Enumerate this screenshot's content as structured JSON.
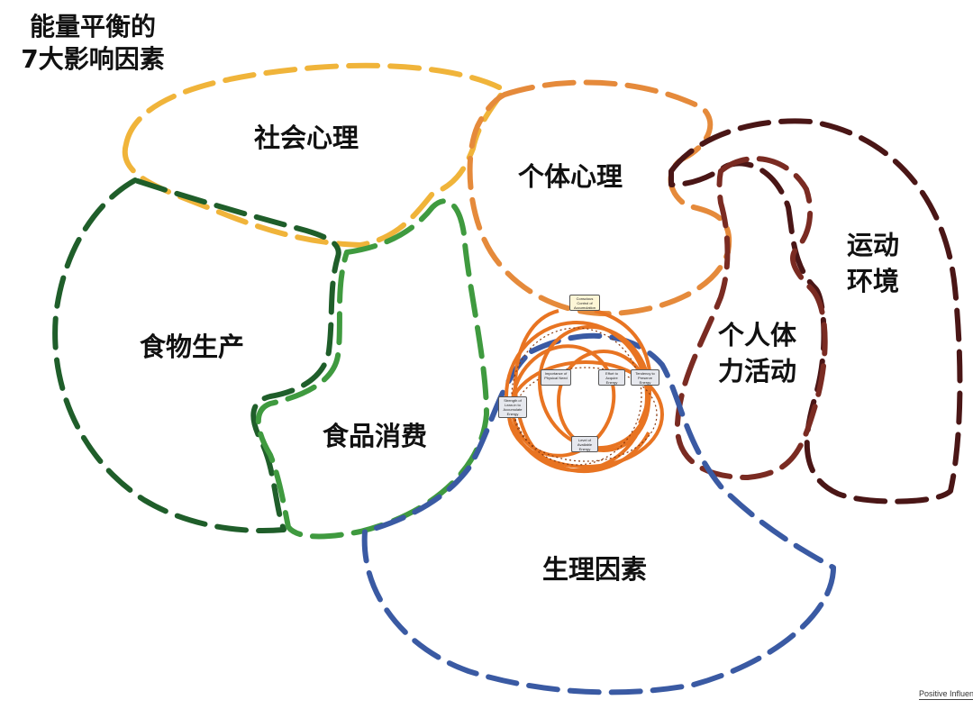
{
  "title": {
    "line1": "能量平衡的",
    "line2": "7大影响因素"
  },
  "regions": {
    "social_psychology": "社会心理",
    "individual_psychology": "个体心理",
    "food_production": "食物生产",
    "food_consumption": "食品消费",
    "activity_env_line1": "运动",
    "activity_env_line2": "环境",
    "personal_activity_line1": "个人体",
    "personal_activity_line2": "力活动",
    "physiology": "生理因素"
  },
  "core_loop_nodes": {
    "conscious_control": "Conscious Control of Accumulation",
    "importance_need": "Importance of Physical Need",
    "effort_acquire": "Effort to Acquire Energy",
    "tendency_preserve": "Tendency to Preserve Energy",
    "strength_lean": "Strength of Lean-in to Accumulate Energy",
    "level_available": "Level of Available Energy"
  },
  "legend": {
    "text": "Positive Influen"
  },
  "colors": {
    "social_psychology": "#f0b43a",
    "individual_psychology": "#e58a3b",
    "food_production": "#1f5e2a",
    "food_consumption": "#3f9a3f",
    "activity_environment": "#4a1616",
    "personal_activity": "#7a2b22",
    "physiology": "#3a5aa3",
    "core_loop": "#e87422"
  }
}
